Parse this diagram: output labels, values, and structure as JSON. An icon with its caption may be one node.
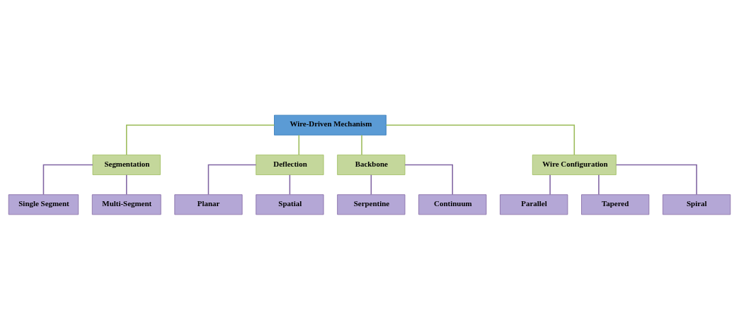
{
  "diagram": {
    "nodes": [
      {
        "text": [
          "Wire-Driven Mechanism"
        ]
      },
      {
        "text": [
          "Segmentation"
        ]
      },
      {
        "text": [
          "Deflection"
        ]
      },
      {
        "text": [
          "Backbone"
        ]
      },
      {
        "text": [
          "Wire Configuration"
        ]
      },
      {
        "text": [
          "Single Segment"
        ]
      },
      {
        "text": [
          "Multi-Segment"
        ]
      },
      {
        "text": [
          "Planar"
        ]
      },
      {
        "text": [
          "Spatial"
        ]
      },
      {
        "text": [
          "Serpentine"
        ]
      },
      {
        "text": [
          "Continuum"
        ]
      },
      {
        "text": [
          "Parallel"
        ]
      },
      {
        "text": [
          "Tapered"
        ]
      },
      {
        "text": [
          "Spiral"
        ]
      }
    ],
    "edges": [
      {
        "from": 0,
        "to": 1,
        "arrow": "none",
        "color": "#9bbb59"
      },
      {
        "from": 0,
        "to": 2,
        "arrow": "none",
        "color": "#9bbb59"
      },
      {
        "from": 0,
        "to": 3,
        "arrow": "none",
        "color": "#9bbb59"
      },
      {
        "from": 0,
        "to": 4,
        "arrow": "none",
        "color": "#9bbb59"
      },
      {
        "from": 1,
        "to": 5,
        "arrow": "none"
      },
      {
        "from": 1,
        "to": 6,
        "arrow": "none"
      },
      {
        "from": 2,
        "to": 7,
        "arrow": "none"
      },
      {
        "from": 2,
        "to": 8,
        "arrow": "none"
      },
      {
        "from": 3,
        "to": 9,
        "arrow": "none"
      },
      {
        "from": 3,
        "to": 10,
        "arrow": "none"
      },
      {
        "from": 4,
        "to": 11,
        "arrow": "none"
      },
      {
        "from": 4,
        "to": 12,
        "arrow": "none"
      },
      {
        "from": 4,
        "to": 13,
        "arrow": "none"
      }
    ]
  }
}
